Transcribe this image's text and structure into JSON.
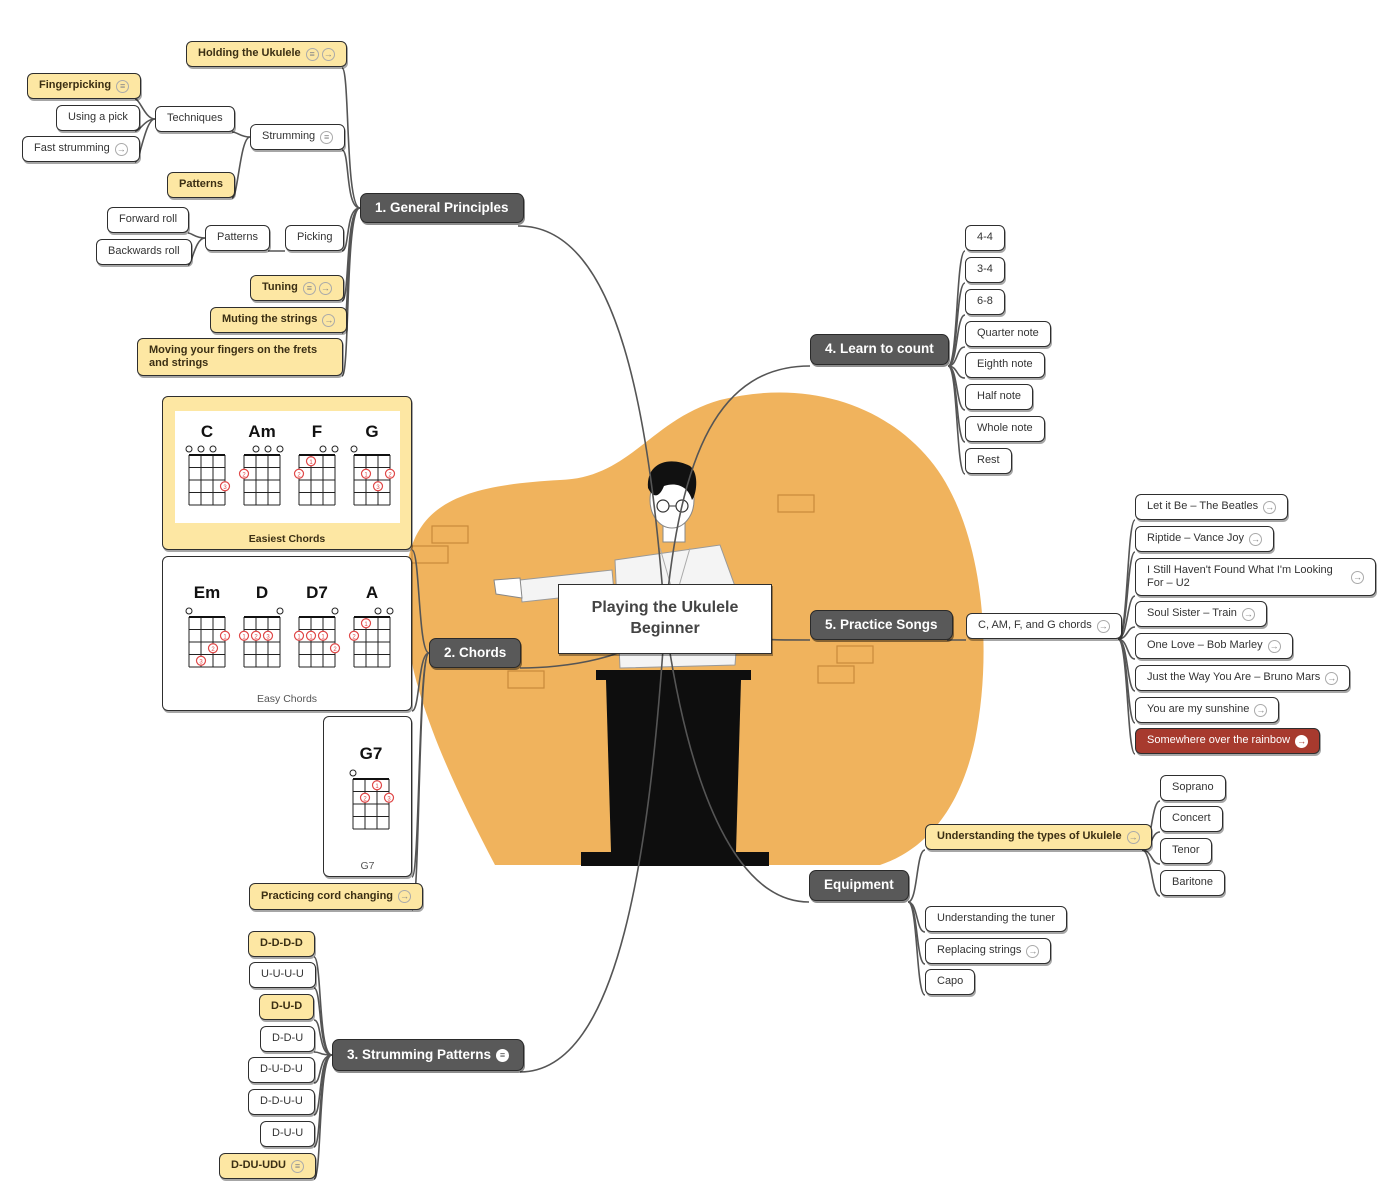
{
  "central": {
    "title": "Playing the Ukulele\nBeginner"
  },
  "branches": {
    "general": "1. General Principles",
    "chords": "2. Chords",
    "strumming": "3. Strumming Patterns",
    "count": "4. Learn to count",
    "songs": "5. Practice Songs",
    "equipment": "Equipment"
  },
  "general": {
    "holding": "Holding the Ukulele",
    "strumming": "Strumming",
    "techniques": "Techniques",
    "fingerpicking": "Fingerpicking",
    "using_pick": "Using a pick",
    "fast_strumming": "Fast strumming",
    "patterns_hl": "Patterns",
    "picking": "Picking",
    "patterns": "Patterns",
    "forward_roll": "Forward roll",
    "backwards_roll": "Backwards roll",
    "tuning": "Tuning",
    "muting": "Muting the strings",
    "moving": "Moving your fingers on the frets and strings"
  },
  "chords": {
    "easiest": {
      "names": [
        "C",
        "Am",
        "F",
        "G"
      ],
      "caption": "Easiest Chords"
    },
    "easy": {
      "names": [
        "Em",
        "D",
        "D7",
        "A"
      ],
      "caption": "Easy Chords"
    },
    "g7": {
      "names": [
        "G7"
      ],
      "caption": "G7"
    },
    "practicing": "Practicing cord changing"
  },
  "strum_patterns": [
    "D-D-D-D",
    "U-U-U-U",
    "D-U-D",
    "D-D-U",
    "D-U-D-U",
    "D-D-U-U",
    "D-U-U",
    "D-DU-UDU"
  ],
  "count": [
    "4-4",
    "3-4",
    "6-8",
    "Quarter note",
    "Eighth note",
    "Half note",
    "Whole note",
    "Rest"
  ],
  "songs": {
    "chords_label": "C, AM, F, and G chords",
    "list": [
      "Let it Be – The Beatles",
      "Riptide – Vance Joy",
      "I Still Haven't Found What I'm Looking For – U2",
      "Soul Sister – Train",
      "One Love – Bob Marley",
      "Just the Way You Are – Bruno Mars",
      "You are my sunshine",
      "Somewhere over the rainbow"
    ]
  },
  "equipment": {
    "types": "Understanding the types of Ukulele",
    "type_list": [
      "Soprano",
      "Concert",
      "Tenor",
      "Baritone"
    ],
    "tuner": "Understanding the tuner",
    "replacing": "Replacing strings",
    "capo": "Capo"
  },
  "colors": {
    "highlight": "#fde7a3",
    "branch": "#595959",
    "blob": "#f0b35d",
    "accent_red": "#a73a2e",
    "chord_dot": "#e04848"
  },
  "icons": {
    "note": "note-icon",
    "link": "link-arrow-icon"
  }
}
